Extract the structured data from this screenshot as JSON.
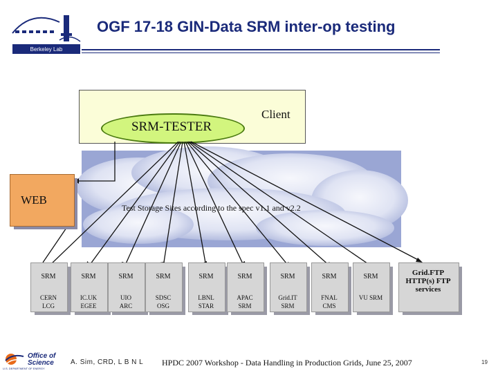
{
  "slide": {
    "title": "OGF 17-18 GIN-Data SRM inter-op testing",
    "page_number": "19"
  },
  "logos": {
    "lab": {
      "text": "Berkeley Lab",
      "icon": "berkeley-lab-logo"
    },
    "doe": {
      "line1": "Office of",
      "line2": "Science",
      "subtext": "U.S. DEPARTMENT OF ENERGY",
      "icon": "office-of-science-logo"
    }
  },
  "diagram": {
    "client_label": "Client",
    "tester_label": "SRM-TESTER",
    "web_label": "WEB",
    "cloud_label": "Test Storage Sites according to the spec v1.1 and v2.2",
    "sites": [
      {
        "srm": "SRM",
        "name": "CERN LCG"
      },
      {
        "srm": "SRM",
        "name": "IC.UK EGEE"
      },
      {
        "srm": "SRM",
        "name": "UIO ARC"
      },
      {
        "srm": "SRM",
        "name": "SDSC OSG"
      },
      {
        "srm": "SRM",
        "name": "LBNL STAR"
      },
      {
        "srm": "SRM",
        "name": "APAC SRM"
      },
      {
        "srm": "SRM",
        "name": "Grid.IT SRM"
      },
      {
        "srm": "SRM",
        "name": "FNAL CMS"
      },
      {
        "srm": "SRM",
        "name": "VU SRM"
      }
    ],
    "gridftp_label": "Grid.FTP HTTP(s) FTP services"
  },
  "footer": {
    "presenter": "A. Sim, CRD, L B N L",
    "event": "HPDC 2007 Workshop - Data Handling in Production Grids, June 25, 2007"
  },
  "colors": {
    "title": "#1a2a7a",
    "client_box": "#fbfdd8",
    "tester_ellipse": "#d2f57e",
    "web_box": "#f2a860",
    "site_box": "#d6d6d6",
    "cloud": "#cdd3ec"
  }
}
